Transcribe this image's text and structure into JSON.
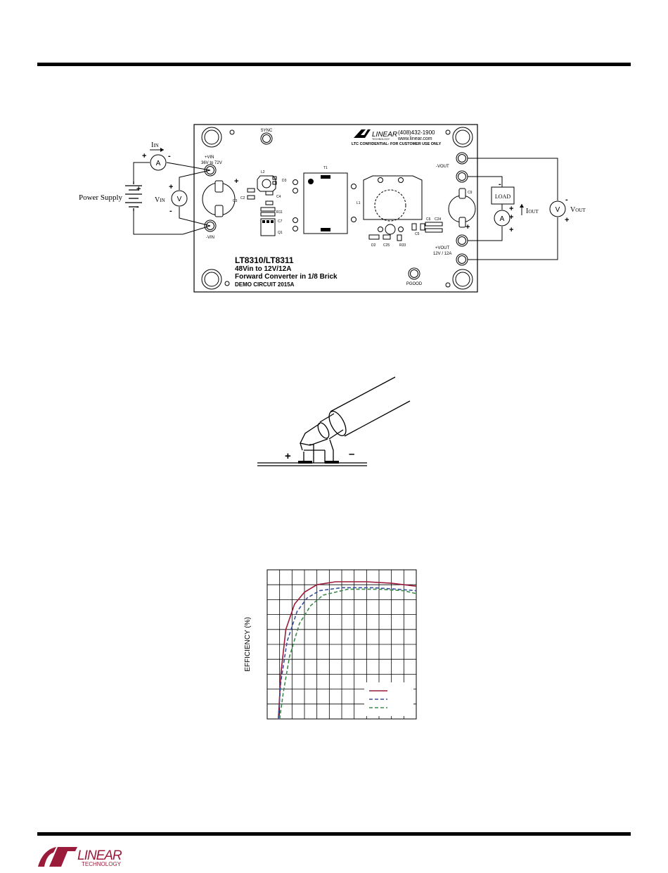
{
  "board": {
    "company": "LINEAR",
    "company_sub": "TECHNOLOGY",
    "phone": "(408)432-1900",
    "web": "www.linear.com",
    "confidential": "LTC CONFIDENTIAL- FOR CUSTOMER USE ONLY",
    "sync": "SYNC",
    "pgood": "PGOOD",
    "vin_pos": "+VIN",
    "vin_range": "36V to 72V",
    "vin_neg": "-VIN",
    "vout_neg": "-VOUT",
    "vout_pos": "+VOUT",
    "vout_rating": "12V / 12A",
    "part": "LT8310/LT8311",
    "desc1": "48Vin to 12V/12A",
    "desc2": "Forward Converter in 1/8 Brick",
    "demo": "DEMO CIRCUIT 2015A",
    "refs": {
      "l2": "L2",
      "d3": "D3",
      "c2": "C2",
      "c3": "C3",
      "c4": "C4",
      "r11": "R11",
      "c7": "C7",
      "q1": "Q1",
      "t1": "T1",
      "l1": "L1",
      "c9": "C9",
      "c6": "C6",
      "c24": "C24",
      "c5": "C5",
      "d2": "D2",
      "c25": "C25",
      "r33": "R33"
    },
    "plus": "+",
    "minus": "-"
  },
  "setup": {
    "power_supply": "Power Supply",
    "meter_a": "A",
    "meter_v": "V",
    "iin_label": "I",
    "iin_sub": "IN",
    "vin_label": "V",
    "vin_sub": "IN",
    "load": "LOAD",
    "iout_label": "I",
    "iout_sub": "OUT",
    "vout_label": "V",
    "vout_sub": "OUT"
  },
  "probe": {
    "plus": "+",
    "minus": "–"
  },
  "chart_data": {
    "type": "line",
    "ylabel": "EFFICIENCY (%)",
    "xlabel": "",
    "x_range": [
      0,
      12
    ],
    "y_range": [
      0,
      100
    ],
    "grid": true,
    "legend_position": "bottom-right",
    "series": [
      {
        "style": "solid",
        "color": "#9b1b3a",
        "x": [
          0.9,
          1.1,
          1.5,
          2.2,
          3.0,
          4.0,
          5.5,
          8.0,
          10.0,
          12.0
        ],
        "y": [
          0,
          30,
          60,
          77,
          85,
          90,
          92,
          92,
          91,
          89
        ]
      },
      {
        "style": "dashed",
        "color": "#3a4f9e",
        "x": [
          0.9,
          1.1,
          1.6,
          2.4,
          3.2,
          4.2,
          6.0,
          8.5,
          10.5,
          12.0
        ],
        "y": [
          0,
          25,
          52,
          72,
          81,
          86,
          88,
          88,
          87,
          86
        ]
      },
      {
        "style": "dashed",
        "color": "#3a8a4a",
        "x": [
          1.0,
          1.3,
          1.8,
          2.6,
          3.5,
          4.5,
          6.5,
          9.0,
          11.0,
          12.0
        ],
        "y": [
          0,
          18,
          42,
          64,
          76,
          83,
          87,
          87,
          86,
          84
        ]
      }
    ]
  },
  "logo": {
    "name": "LINEAR",
    "sub": "TECHNOLOGY"
  },
  "colors": {
    "ink": "#000000",
    "series1": "#9b1b3a",
    "series2": "#3a4f9e",
    "series3": "#3a8a4a"
  }
}
